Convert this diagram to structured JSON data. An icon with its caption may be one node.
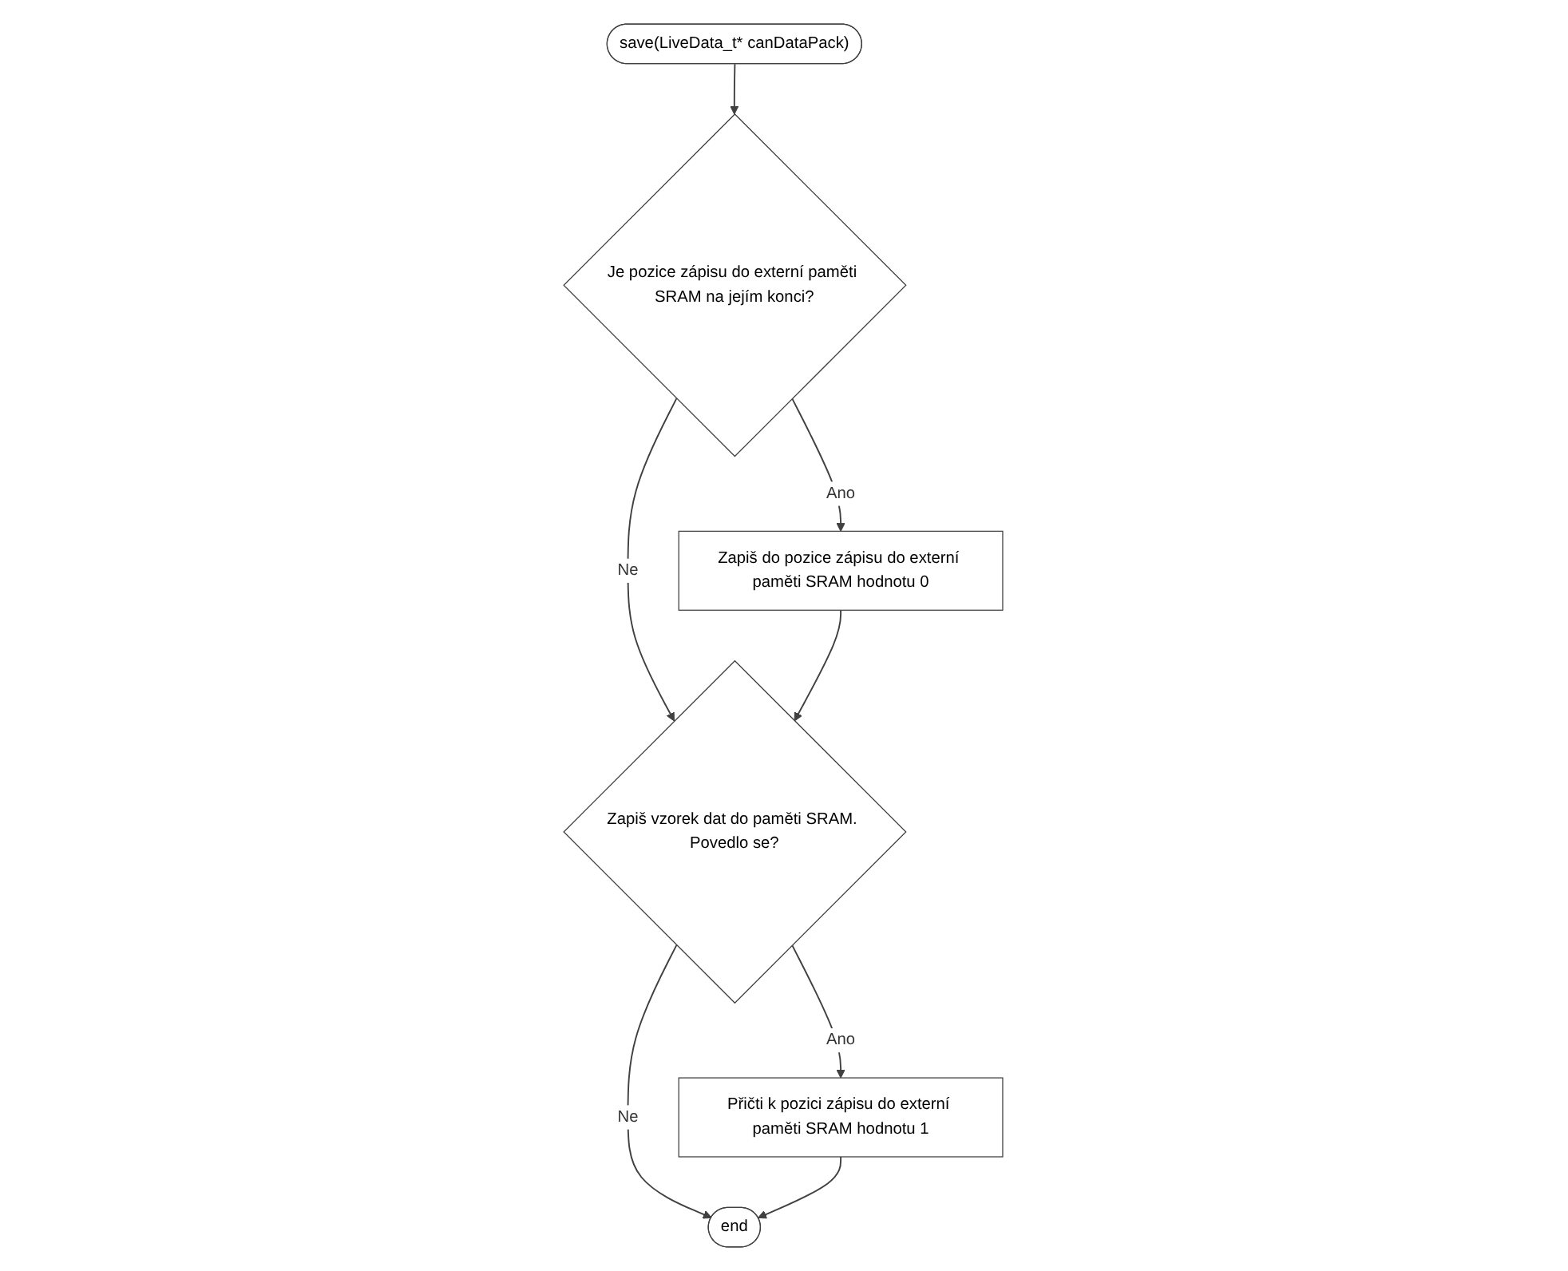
{
  "diagram": {
    "nodes": [
      {
        "text": [
          "save(LiveData_t* canDataPack)"
        ]
      },
      {
        "text": [
          "Je pozice zápisu do externí paměti SRAM na jejím konci?"
        ]
      },
      {
        "text": [
          "Zapiš do pozice zápisu do externí paměti SRAM hodnotu 0"
        ]
      },
      {
        "text": [
          "Zapiš vzorek dat do paměti SRAM. Povedlo se?"
        ]
      },
      {
        "text": [
          "Přičti k pozici zápisu do externí paměti SRAM hodnotu 1"
        ]
      },
      {
        "text": [
          "end"
        ]
      }
    ],
    "edges": [
      {
        "from": 0,
        "to": 1,
        "arrow": "to"
      },
      {
        "from": 1,
        "to": 2,
        "label": "Ano",
        "arrow": "to"
      },
      {
        "from": 1,
        "to": 3,
        "label": "Ne",
        "arrow": "to"
      },
      {
        "from": 2,
        "to": 3,
        "arrow": "to"
      },
      {
        "from": 3,
        "to": 5,
        "label": "Ne",
        "arrow": "to"
      },
      {
        "from": 3,
        "to": 4,
        "label": "Ano",
        "arrow": "to"
      },
      {
        "from": 4,
        "to": 5,
        "arrow": "to"
      }
    ]
  }
}
